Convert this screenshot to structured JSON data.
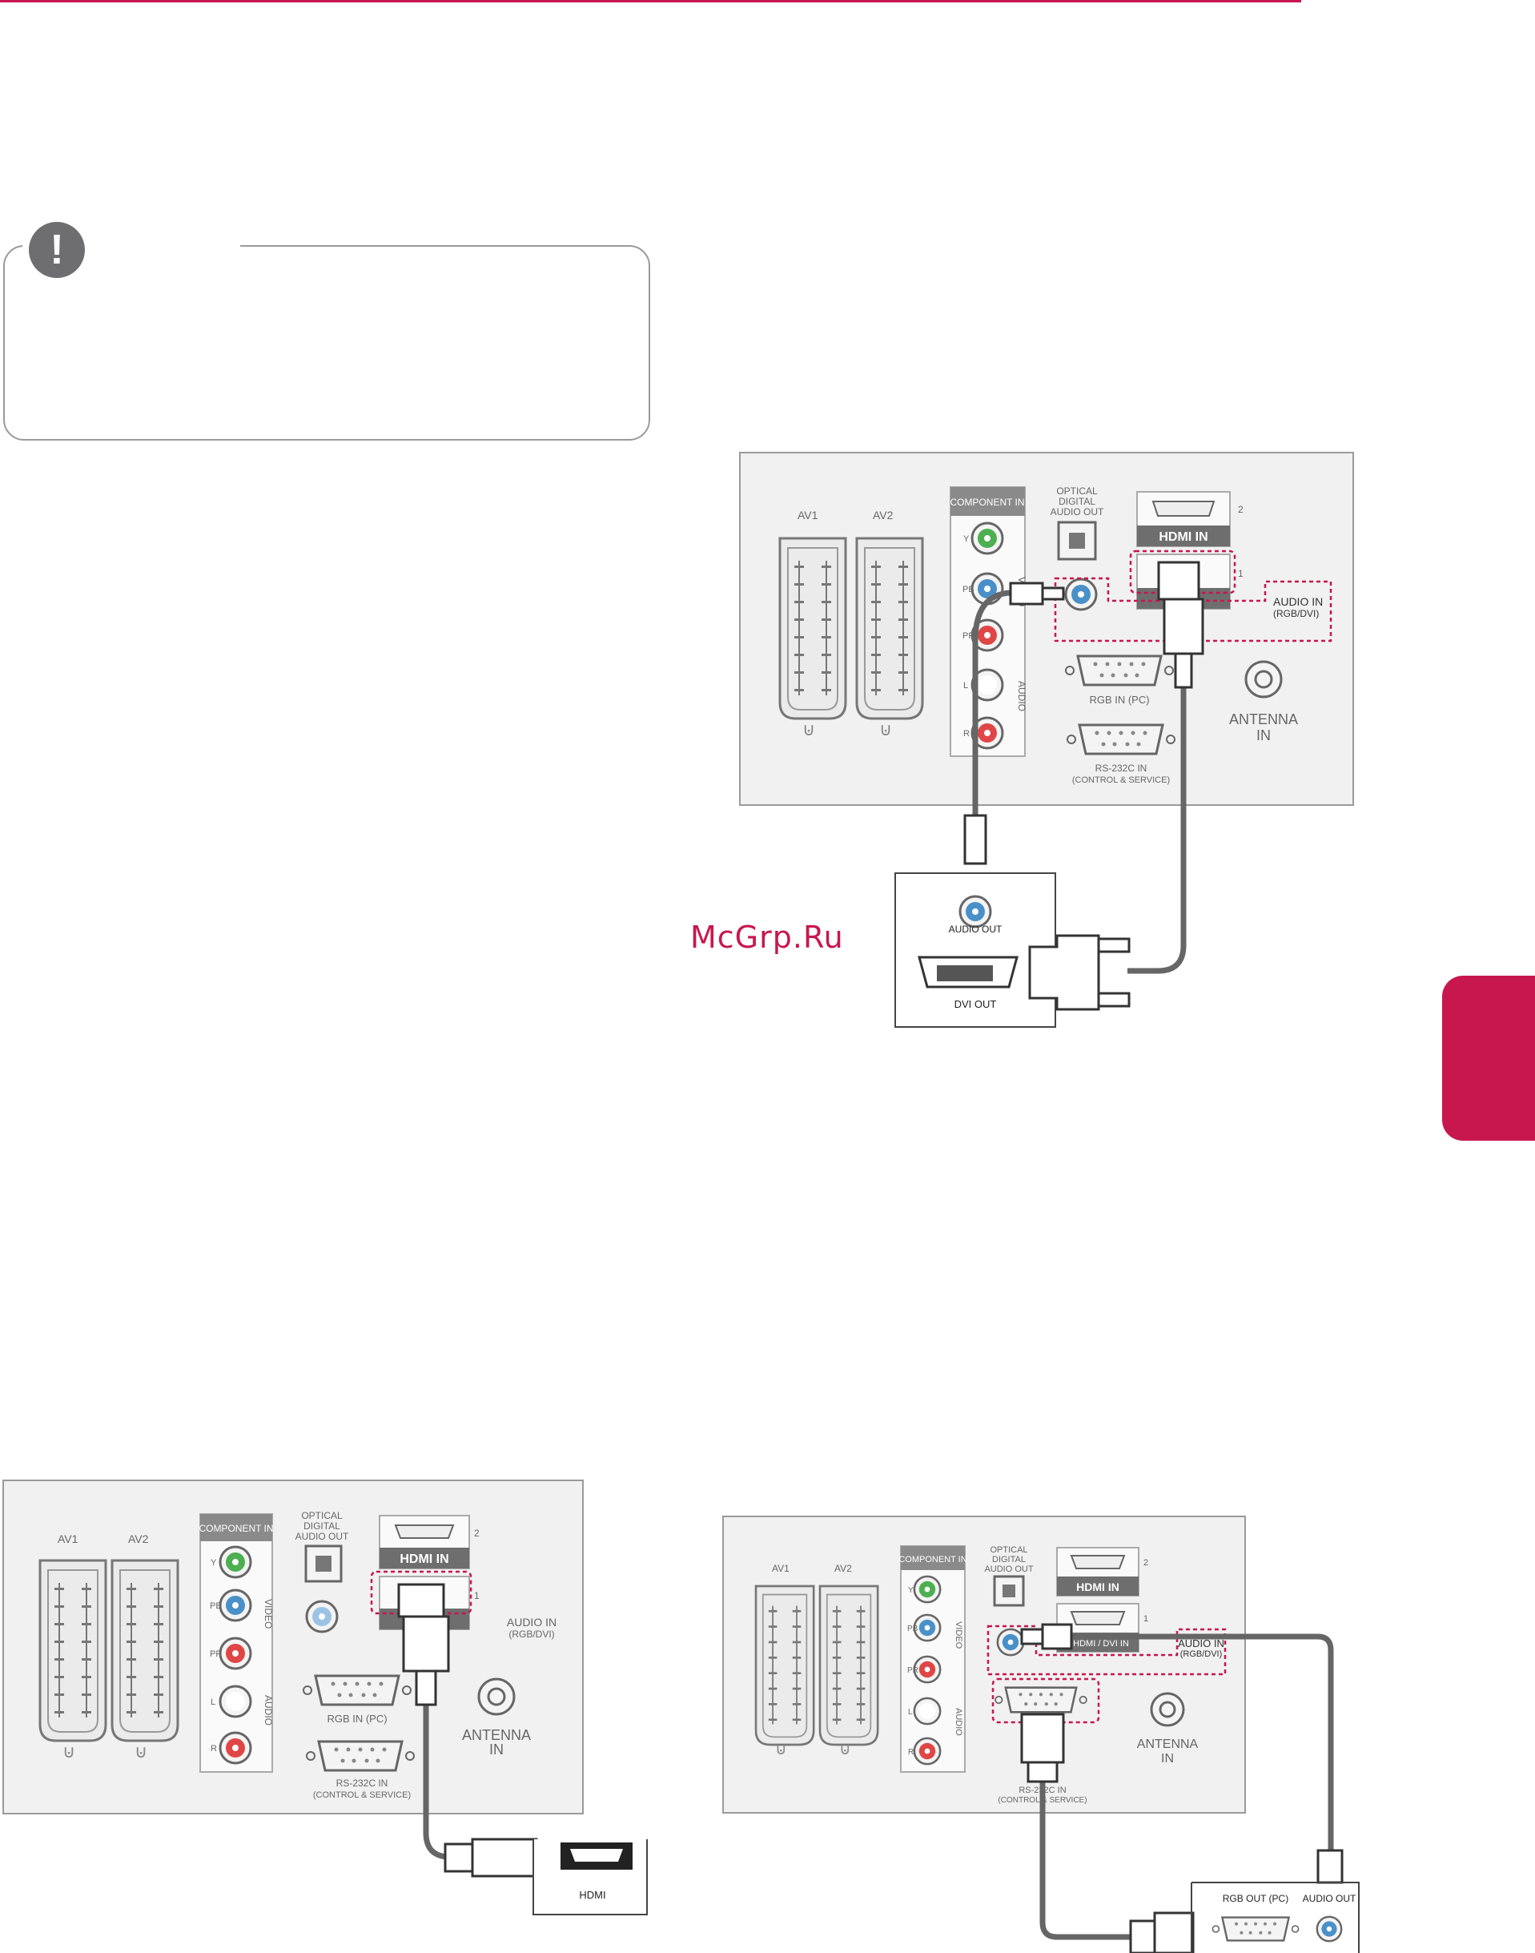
{
  "panel": {
    "av1": "AV1",
    "av2": "AV2",
    "component_in": "COMPONENT IN",
    "y": "Y",
    "pb": "PB",
    "pr": "PR",
    "l": "L",
    "r": "R",
    "video": "VIDEO",
    "audio": "AUDIO",
    "optical_1": "OPTICAL",
    "optical_2": "DIGITAL",
    "optical_3": "AUDIO OUT",
    "hdmi_in": "HDMI IN",
    "hdmi_dvi_in": "HDMI / DVI IN",
    "port_2": "2",
    "port_1": "1",
    "audio_in_1": "AUDIO IN",
    "audio_in_2": "(RGB/DVI)",
    "rgb_in": "RGB IN (PC)",
    "rs232_1": "RS-232C IN",
    "rs232_2": "(CONTROL & SERVICE)",
    "antenna_1": "ANTENNA",
    "antenna_2": "IN"
  },
  "devices": {
    "audio_out": "AUDIO OUT",
    "dvi_out": "DVI OUT",
    "hdmi": "HDMI",
    "rgb_out": "RGB OUT (PC)",
    "audio_out_short": "AUDIO OUT"
  },
  "watermark": "McGrp.Ru",
  "colors": {
    "accent": "#c8174f",
    "green": "#4caf50",
    "blue": "#4a90c8",
    "red": "#e04646"
  }
}
